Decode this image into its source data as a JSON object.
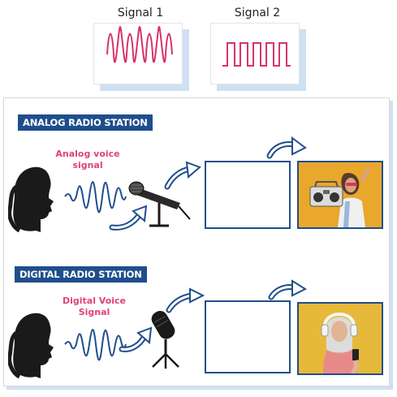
{
  "signals": {
    "signal1_label": "Signal 1",
    "signal2_label": "Signal 2",
    "wave_color": "#d6336c"
  },
  "analog": {
    "banner": "ANALOG RADIO STATION",
    "voice_label_line1": "Analog voice",
    "voice_label_line2": "signal",
    "microphone_icon": "handheld-microphone-icon",
    "photo_icon": "woman-with-boombox-photo"
  },
  "digital": {
    "banner": "DIGITAL RADIO STATION",
    "voice_label_line1": "Digital Voice",
    "voice_label_line2": "Signal",
    "microphone_icon": "podcast-microphone-icon",
    "photo_icon": "woman-with-headphones-phone-photo"
  },
  "colors": {
    "navy": "#1f4e8c",
    "pink": "#e0427a",
    "shadow": "#cfe0f3",
    "photo_bg": "#e8a92e"
  }
}
